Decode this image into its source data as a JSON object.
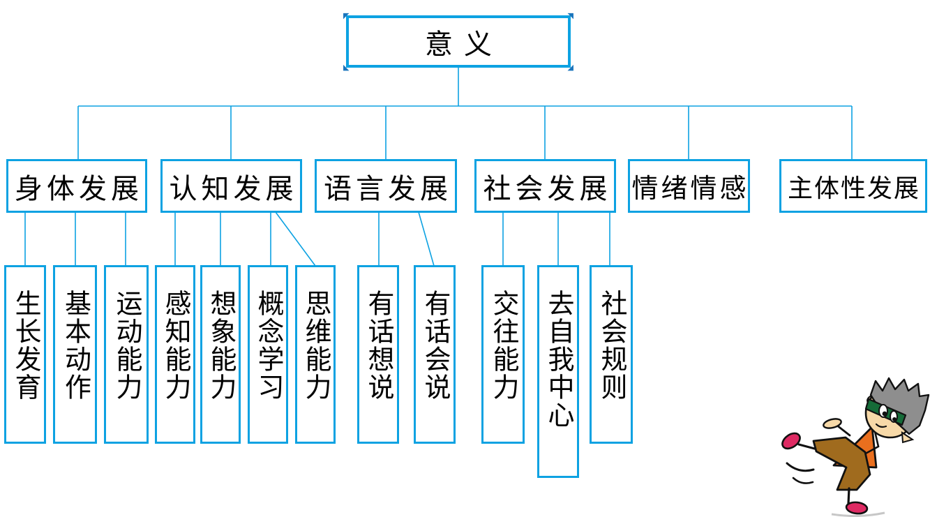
{
  "root": {
    "label": "意义",
    "selected": true
  },
  "branches": [
    {
      "label": "身体发展",
      "children": [
        "生长发育",
        "基本动作",
        "运动能力"
      ]
    },
    {
      "label": "认知发展",
      "children": [
        "感知能力",
        "想象能力",
        "概念学习",
        "思维能力"
      ]
    },
    {
      "label": "语言发展",
      "children": [
        "有话想说",
        "有话会说"
      ]
    },
    {
      "label": "社会发展",
      "children": [
        "交往能力",
        "去自我中心",
        "社会规则"
      ]
    },
    {
      "label": "情绪情感",
      "children": []
    },
    {
      "label": "主体性发展",
      "children": []
    }
  ],
  "icons": {
    "selection_handle_tl": "◤",
    "selection_handle_tr": "◥",
    "selection_handle_bl": "◣",
    "selection_handle_br": "◢",
    "illustration": "kicking-boy-cartoon"
  },
  "colors": {
    "box_border": "#0DA2E2",
    "connector": "#0DA2E2",
    "selection_handle": "#1B75BC",
    "text": "#000000",
    "cartoon_shirt": "#EA6F1E",
    "cartoon_pants": "#A06B1E",
    "cartoon_shoes": "#DE2A63",
    "cartoon_hair": "#8E8E8E",
    "cartoon_headband": "#156B38",
    "cartoon_skin": "#F7D9A8"
  }
}
